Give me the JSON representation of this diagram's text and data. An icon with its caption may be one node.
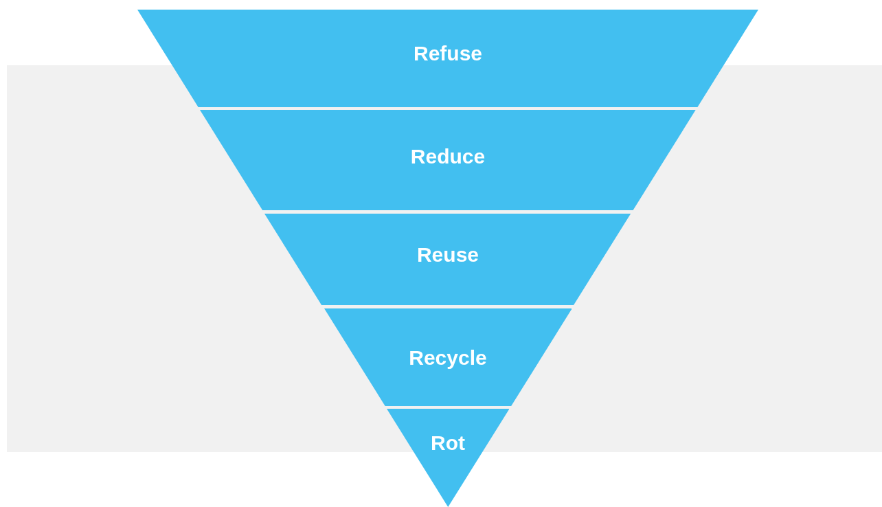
{
  "diagram": {
    "nodes": [
      {
        "text": [
          "Refuse"
        ]
      },
      {
        "text": [
          "Reduce"
        ]
      },
      {
        "text": [
          "Reuse"
        ]
      },
      {
        "text": [
          "Recycle"
        ]
      },
      {
        "text": [
          "Rot"
        ]
      }
    ]
  }
}
